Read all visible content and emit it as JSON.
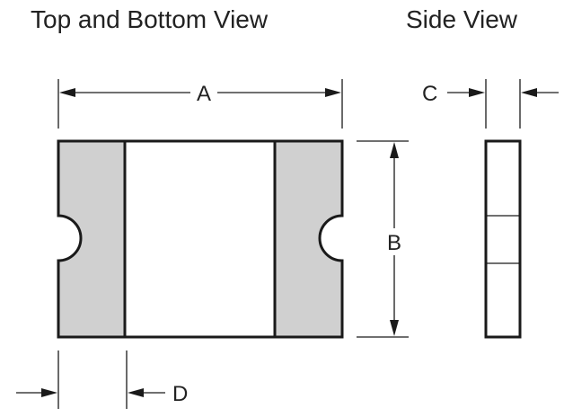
{
  "titles": {
    "top_bottom": "Top and Bottom View",
    "side": "Side View"
  },
  "dimensions": {
    "a": "A",
    "b": "B",
    "c": "C",
    "d": "D"
  },
  "colors": {
    "outline": "#1a1a1a",
    "pad_fill": "#d0d0d0",
    "body_fill": "#ffffff"
  }
}
